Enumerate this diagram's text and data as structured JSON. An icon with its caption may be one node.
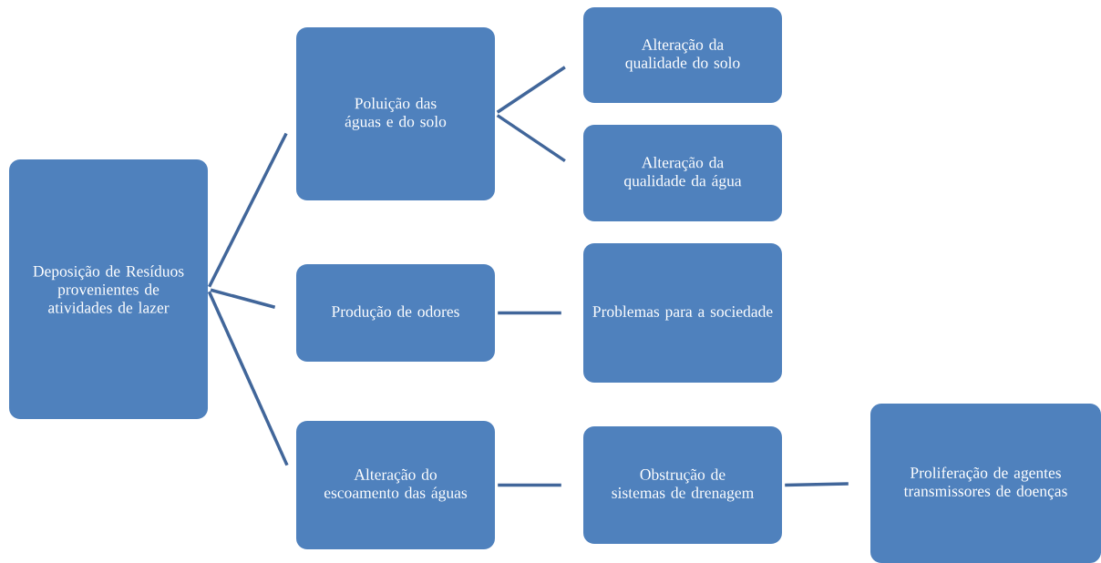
{
  "diagram": {
    "nodes": [
      {
        "text": [
          "Deposição de Resíduos provenientes de atividades  de lazer"
        ]
      },
      {
        "text": [
          "Poluição das águas e do solo"
        ]
      },
      {
        "text": [
          "Alteração da qualidade do solo"
        ]
      },
      {
        "text": [
          "Alteração da qualidade da água"
        ]
      },
      {
        "text": [
          "Produção de odores"
        ]
      },
      {
        "text": [
          "Problemas  para a sociedade"
        ]
      },
      {
        "text": [
          "Alteração do escoamento das águas"
        ]
      },
      {
        "text": [
          "Obstrução de sistemas de drenagem"
        ]
      },
      {
        "text": [
          "Proliferação de agentes  transmissores de doenças"
        ]
      }
    ],
    "edges": [
      {
        "from": 0,
        "to": 1,
        "arrow": "none"
      },
      {
        "from": 0,
        "to": 4,
        "arrow": "none"
      },
      {
        "from": 0,
        "to": 6,
        "arrow": "none"
      },
      {
        "from": 1,
        "to": 2,
        "arrow": "none"
      },
      {
        "from": 1,
        "to": 3,
        "arrow": "none"
      },
      {
        "from": 4,
        "to": 5,
        "arrow": "none"
      },
      {
        "from": 6,
        "to": 7,
        "arrow": "none"
      },
      {
        "from": 7,
        "to": 8,
        "arrow": "none"
      }
    ]
  }
}
